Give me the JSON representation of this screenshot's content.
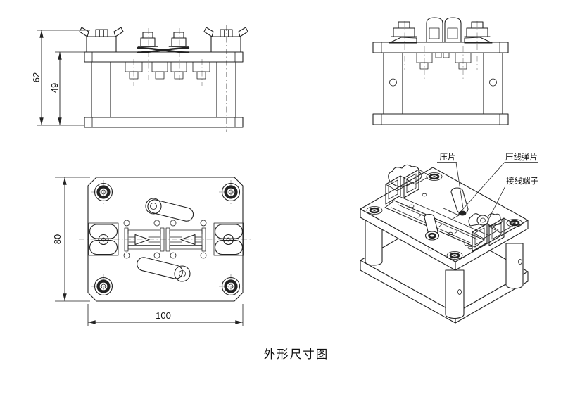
{
  "caption": "外形尺寸图",
  "dimensions": {
    "front_total_height": "62",
    "front_plate_height": "49",
    "top_depth": "80",
    "top_width": "100"
  },
  "labels": {
    "press_plate": "压片",
    "wire_spring": "压线弹片",
    "terminal": "接线端子"
  },
  "colors": {
    "line": "#222222",
    "centerline": "#9b9b9b",
    "background": "#ffffff"
  }
}
